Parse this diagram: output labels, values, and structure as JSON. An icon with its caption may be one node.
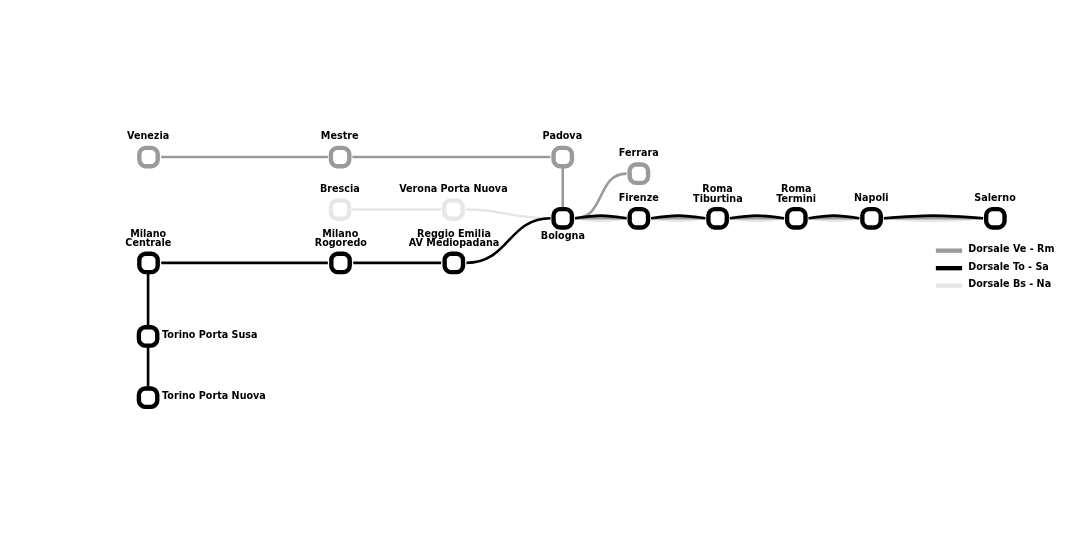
{
  "diagram": {
    "nodes": [
      {
        "text": [
          "Venezia"
        ]
      },
      {
        "text": [
          "Mestre"
        ]
      },
      {
        "text": [
          "Padova"
        ]
      },
      {
        "text": [
          "Brescia"
        ]
      },
      {
        "text": [
          "Verona Porta Nuova"
        ]
      },
      {
        "text": [
          "Ferrara"
        ]
      },
      {
        "text": [
          "Milano Centrale"
        ]
      },
      {
        "text": [
          "Milano Rogoredo"
        ]
      },
      {
        "text": [
          "Reggio Emilia AV Mediopadana"
        ]
      },
      {
        "text": [
          "Firenze"
        ]
      },
      {
        "text": [
          "Roma Tiburtina"
        ]
      },
      {
        "text": [
          "Roma Termini"
        ]
      },
      {
        "text": [
          "Napoli"
        ]
      },
      {
        "text": [
          "Salerno"
        ]
      },
      {
        "text": [
          "Bologna"
        ]
      },
      {
        "text": [
          "Torino Porta Susa"
        ]
      },
      {
        "text": [
          "Torino Porta Nuova"
        ]
      }
    ],
    "edges": [
      {
        "from": 0,
        "to": 1,
        "arrow": "none",
        "color": "#9a9a9a"
      },
      {
        "from": 1,
        "to": 2,
        "arrow": "none",
        "color": "#9a9a9a"
      },
      {
        "from": 2,
        "to": 14,
        "arrow": "none",
        "color": "#9a9a9a"
      },
      {
        "from": 3,
        "to": 4,
        "arrow": "none",
        "color": "#e6e6e6"
      },
      {
        "from": 4,
        "to": 14,
        "arrow": "none",
        "color": "#e6e6e6"
      },
      {
        "from": 14,
        "to": 5,
        "arrow": "none",
        "color": "#9a9a9a"
      },
      {
        "from": 6,
        "to": 7,
        "arrow": "none"
      },
      {
        "from": 7,
        "to": 8,
        "arrow": "none"
      },
      {
        "from": 8,
        "to": 14,
        "arrow": "none"
      },
      {
        "from": 6,
        "to": 15,
        "arrow": "none"
      },
      {
        "from": 15,
        "to": 16,
        "arrow": "none"
      },
      {
        "from": 14,
        "to": 9,
        "arrow": "none",
        "color": "#e6e6e6"
      },
      {
        "from": 14,
        "to": 9,
        "arrow": "none",
        "color": "#9a9a9a"
      },
      {
        "from": 14,
        "to": 9,
        "arrow": "none"
      },
      {
        "from": 9,
        "to": 10,
        "arrow": "none",
        "color": "#e6e6e6"
      },
      {
        "from": 9,
        "to": 10,
        "arrow": "none",
        "color": "#9a9a9a"
      },
      {
        "from": 9,
        "to": 10,
        "arrow": "none"
      },
      {
        "from": 10,
        "to": 11,
        "arrow": "none",
        "color": "#e6e6e6"
      },
      {
        "from": 10,
        "to": 11,
        "arrow": "none",
        "color": "#9a9a9a"
      },
      {
        "from": 10,
        "to": 11,
        "arrow": "none"
      },
      {
        "from": 11,
        "to": 12,
        "arrow": "none",
        "color": "#e6e6e6"
      },
      {
        "from": 11,
        "to": 12,
        "arrow": "none",
        "color": "#9a9a9a"
      },
      {
        "from": 11,
        "to": 12,
        "arrow": "none"
      },
      {
        "from": 12,
        "to": 13,
        "arrow": "none",
        "color": "#e6e6e6"
      },
      {
        "from": 12,
        "to": 13,
        "arrow": "none",
        "color": "#9a9a9a"
      },
      {
        "from": 12,
        "to": 13,
        "arrow": "none"
      }
    ],
    "legend": [
      {
        "text": "Dorsale Ve - Rm",
        "color": "#9a9a9a"
      },
      {
        "text": "Dorsale To - Sa",
        "color": "#000000"
      },
      {
        "text": "Dorsale Bs - Na",
        "color": "#e6e6e6"
      }
    ]
  }
}
